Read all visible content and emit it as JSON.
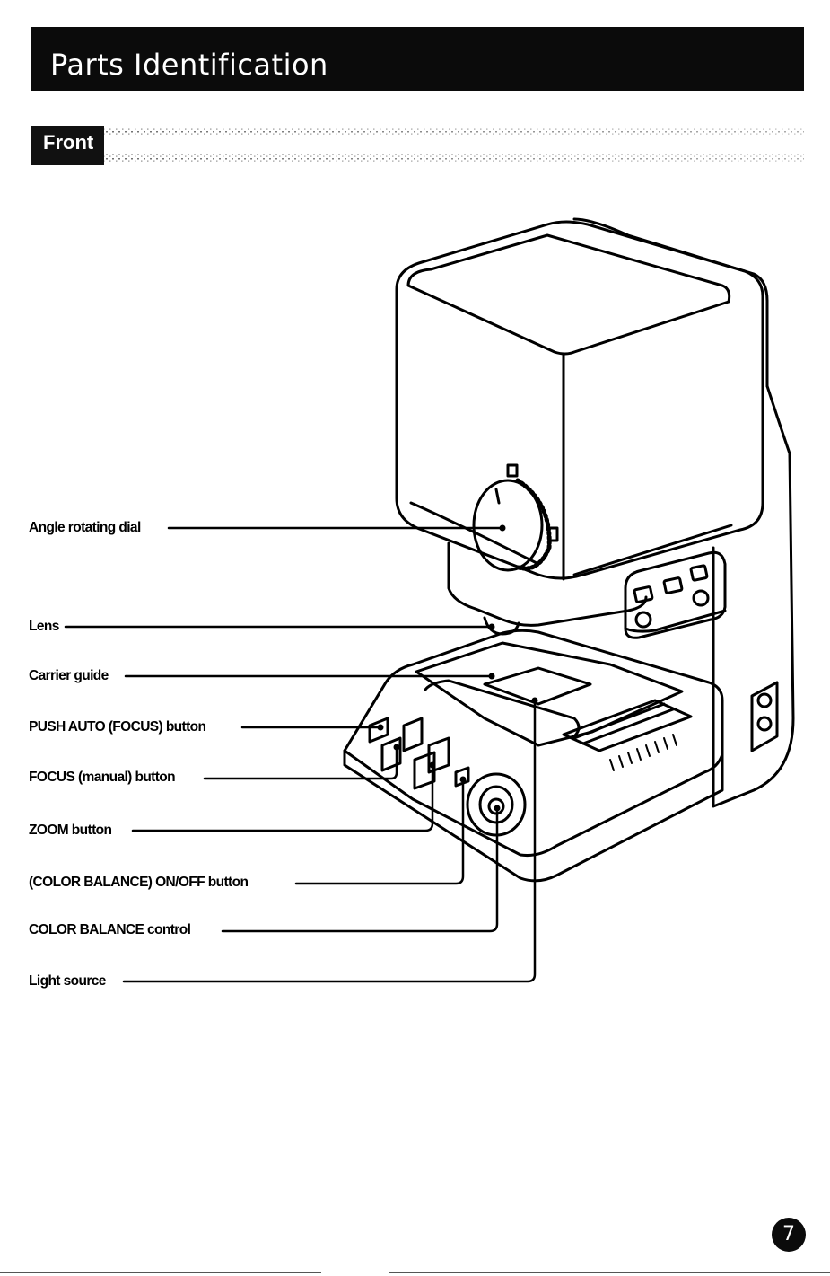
{
  "header": {
    "title": "Parts Identification"
  },
  "section": {
    "title": "Front"
  },
  "callouts": [
    {
      "label": "Angle rotating dial"
    },
    {
      "label": "Lens"
    },
    {
      "label": "Carrier guide"
    },
    {
      "label": "PUSH AUTO (FOCUS) button"
    },
    {
      "label": "FOCUS (manual) button"
    },
    {
      "label": "ZOOM button"
    },
    {
      "label": "(COLOR BALANCE) ON/OFF button"
    },
    {
      "label": "COLOR BALANCE control"
    },
    {
      "label": "Light source"
    }
  ],
  "footer": {
    "page_number": "7"
  }
}
